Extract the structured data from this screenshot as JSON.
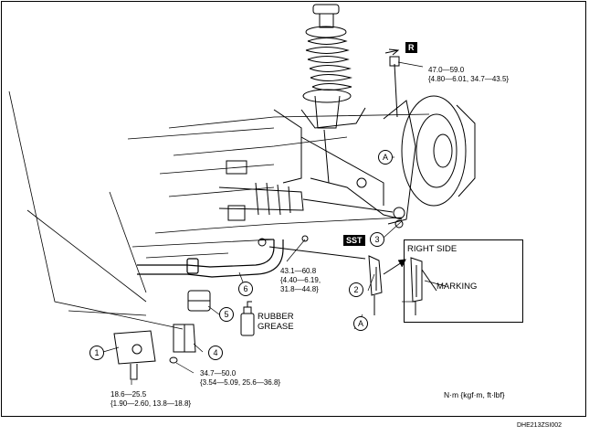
{
  "torques": {
    "top_nut": {
      "line1": "47.0—59.0",
      "line2": "{4.80—6.01, 34.7—43.5}"
    },
    "stab_link_nut": {
      "line1": "43.1—60.8",
      "line2": "{4.40—6.19,",
      "line3": "31.8—44.8}"
    },
    "bushing_bolt": {
      "line1": "34.7—50.0",
      "line2": "{3.54—5.09, 25.6—36.8}"
    },
    "bracket_bolt": {
      "line1": "18.6—25.5",
      "line2": "{1.90—2.60, 13.8—18.8}"
    }
  },
  "tags": {
    "r": "R",
    "sst": "SST"
  },
  "labels": {
    "right_side": "RIGHT SIDE",
    "marking": "MARKING",
    "rubber": "RUBBER",
    "grease": "GREASE",
    "unit_note": "N·m {kgf·m, ft·lbf}",
    "figure_code": "DHE213ZSI002"
  },
  "callouts": {
    "c1": "1",
    "c2": "2",
    "c3": "3",
    "c4": "4",
    "c5": "5",
    "c6": "6",
    "a1": "A",
    "a2": "A"
  }
}
